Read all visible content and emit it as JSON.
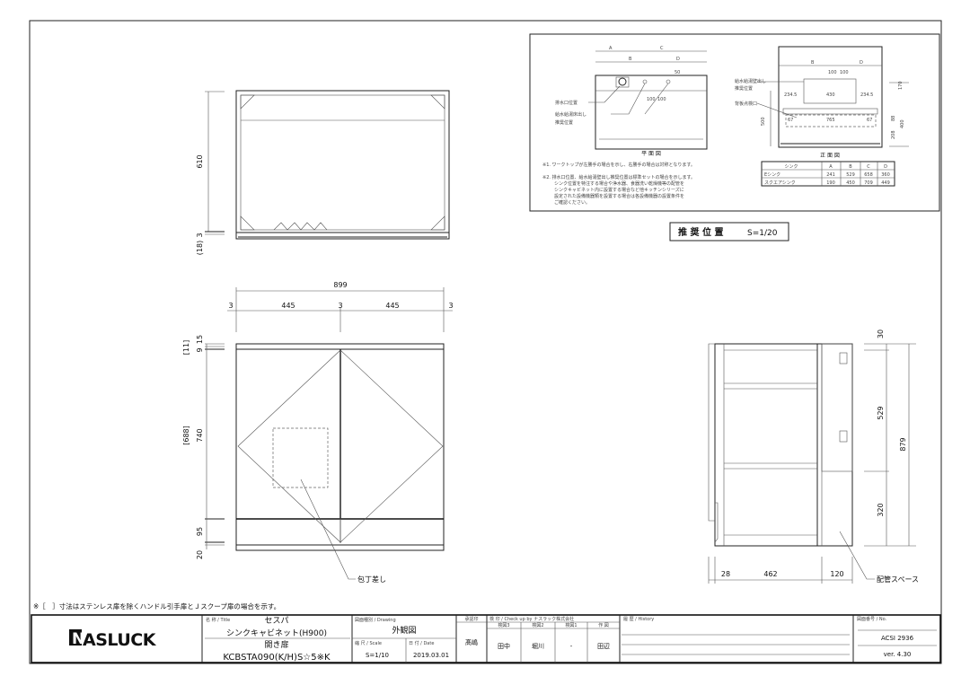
{
  "note_bottom": "※［　］寸法はステンレス扉を除くハンドル引手扉とＪスクープ扉の場合を示す。",
  "top_view": {
    "dim_depth": "610",
    "dim_gap": "3",
    "dim_door": "(18)"
  },
  "front_view": {
    "dim_total_width": "899",
    "dim_row": [
      "3",
      "445",
      "3",
      "445",
      "3"
    ],
    "dim_top_15": "15",
    "dim_top_9": "9",
    "dim_bracket_11": "[11]",
    "dim_door_height": "740",
    "dim_bracket_688": "[688]",
    "dim_plinth": "95",
    "dim_bottom": "20",
    "label_knife_holder": "包丁差し"
  },
  "side_view": {
    "dim_top": "30",
    "dim_upper": "529",
    "dim_lower": "320",
    "dim_total": "879",
    "dim_d1": "28",
    "dim_d2": "462",
    "dim_d3": "120",
    "label_pipe_space": "配管スペース"
  },
  "inset": {
    "plan": {
      "A": "A",
      "B": "B",
      "C": "C",
      "D": "D",
      "dim_50": "50",
      "dim_100a": "100",
      "dim_100b": "100",
      "label_drain": "排水口位置",
      "label_supply": "給水給湯床出し",
      "label_supply2": "推奨位置",
      "title": "平 面 図"
    },
    "elev": {
      "B": "B",
      "D": "D",
      "dim_100a": "100",
      "dim_100b": "100",
      "dim_430": "430",
      "dim_2345a": "234.5",
      "dim_2345b": "234.5",
      "dim_170": "170",
      "dim_500": "500",
      "dim_67a": "67",
      "dim_765": "765",
      "dim_67b": "67",
      "dim_88": "88",
      "dim_208": "208",
      "dim_400": "400",
      "label_supply": "給水給湯壁出し",
      "label_supply2": "推奨位置",
      "label_opening": "背板点検口",
      "title": "正 面 図"
    },
    "notes": [
      "※1. ワークトップが左勝手の場合を示し、右勝手の場合は対称となります。",
      "※2. 排水口位置、給水給湯壁出し推奨位置は標準セットの場合を示します。",
      "シンク位置を特注する場合や浄水器、食器洗い乾燥機等の配管を",
      "シンクキャビネット内に設置する場合など他キッチンシリーズに",
      "設定された設備機器類を設置する場合は各設備機器の設置条件を",
      "ご確認ください。"
    ],
    "table": {
      "headers": [
        "シンク",
        "A",
        "B",
        "C",
        "D"
      ],
      "rows": [
        [
          "Eシンク",
          "241",
          "529",
          "658",
          "360"
        ],
        [
          "スクエアシンク",
          "190",
          "450",
          "709",
          "449"
        ]
      ]
    },
    "caption": "推 奨 位 置",
    "caption_scale": "S=1/20"
  },
  "title_block": {
    "logo": "NASLUCK",
    "title_label": "名 称 / Title",
    "title_1": "セスパ",
    "title_2": "シンクキャビネット(H900)",
    "title_3": "開き扉",
    "model": "KCBSTA090(K/H)S☆5※K",
    "drawing_label": "図面種別 / Drawing",
    "drawing": "外観図",
    "scale_label": "縮 尺 / Scale",
    "scale": "S=1/10",
    "date_label": "日 付 / Date",
    "date": "2019.03.01",
    "approval_label": "承認印",
    "approval": "髙嶋",
    "check_label": "検 印 / Check up by ナスラック株式会社",
    "check_headers": [
      "検図3",
      "検図2",
      "検図1",
      "作 図"
    ],
    "check_values": [
      "田中",
      "堀川",
      "-",
      "田辺"
    ],
    "history_label": "履 歴 / History",
    "no_label": "図面番号 / No.",
    "number": "ACSI 2936",
    "version": "ver. 4.30"
  }
}
